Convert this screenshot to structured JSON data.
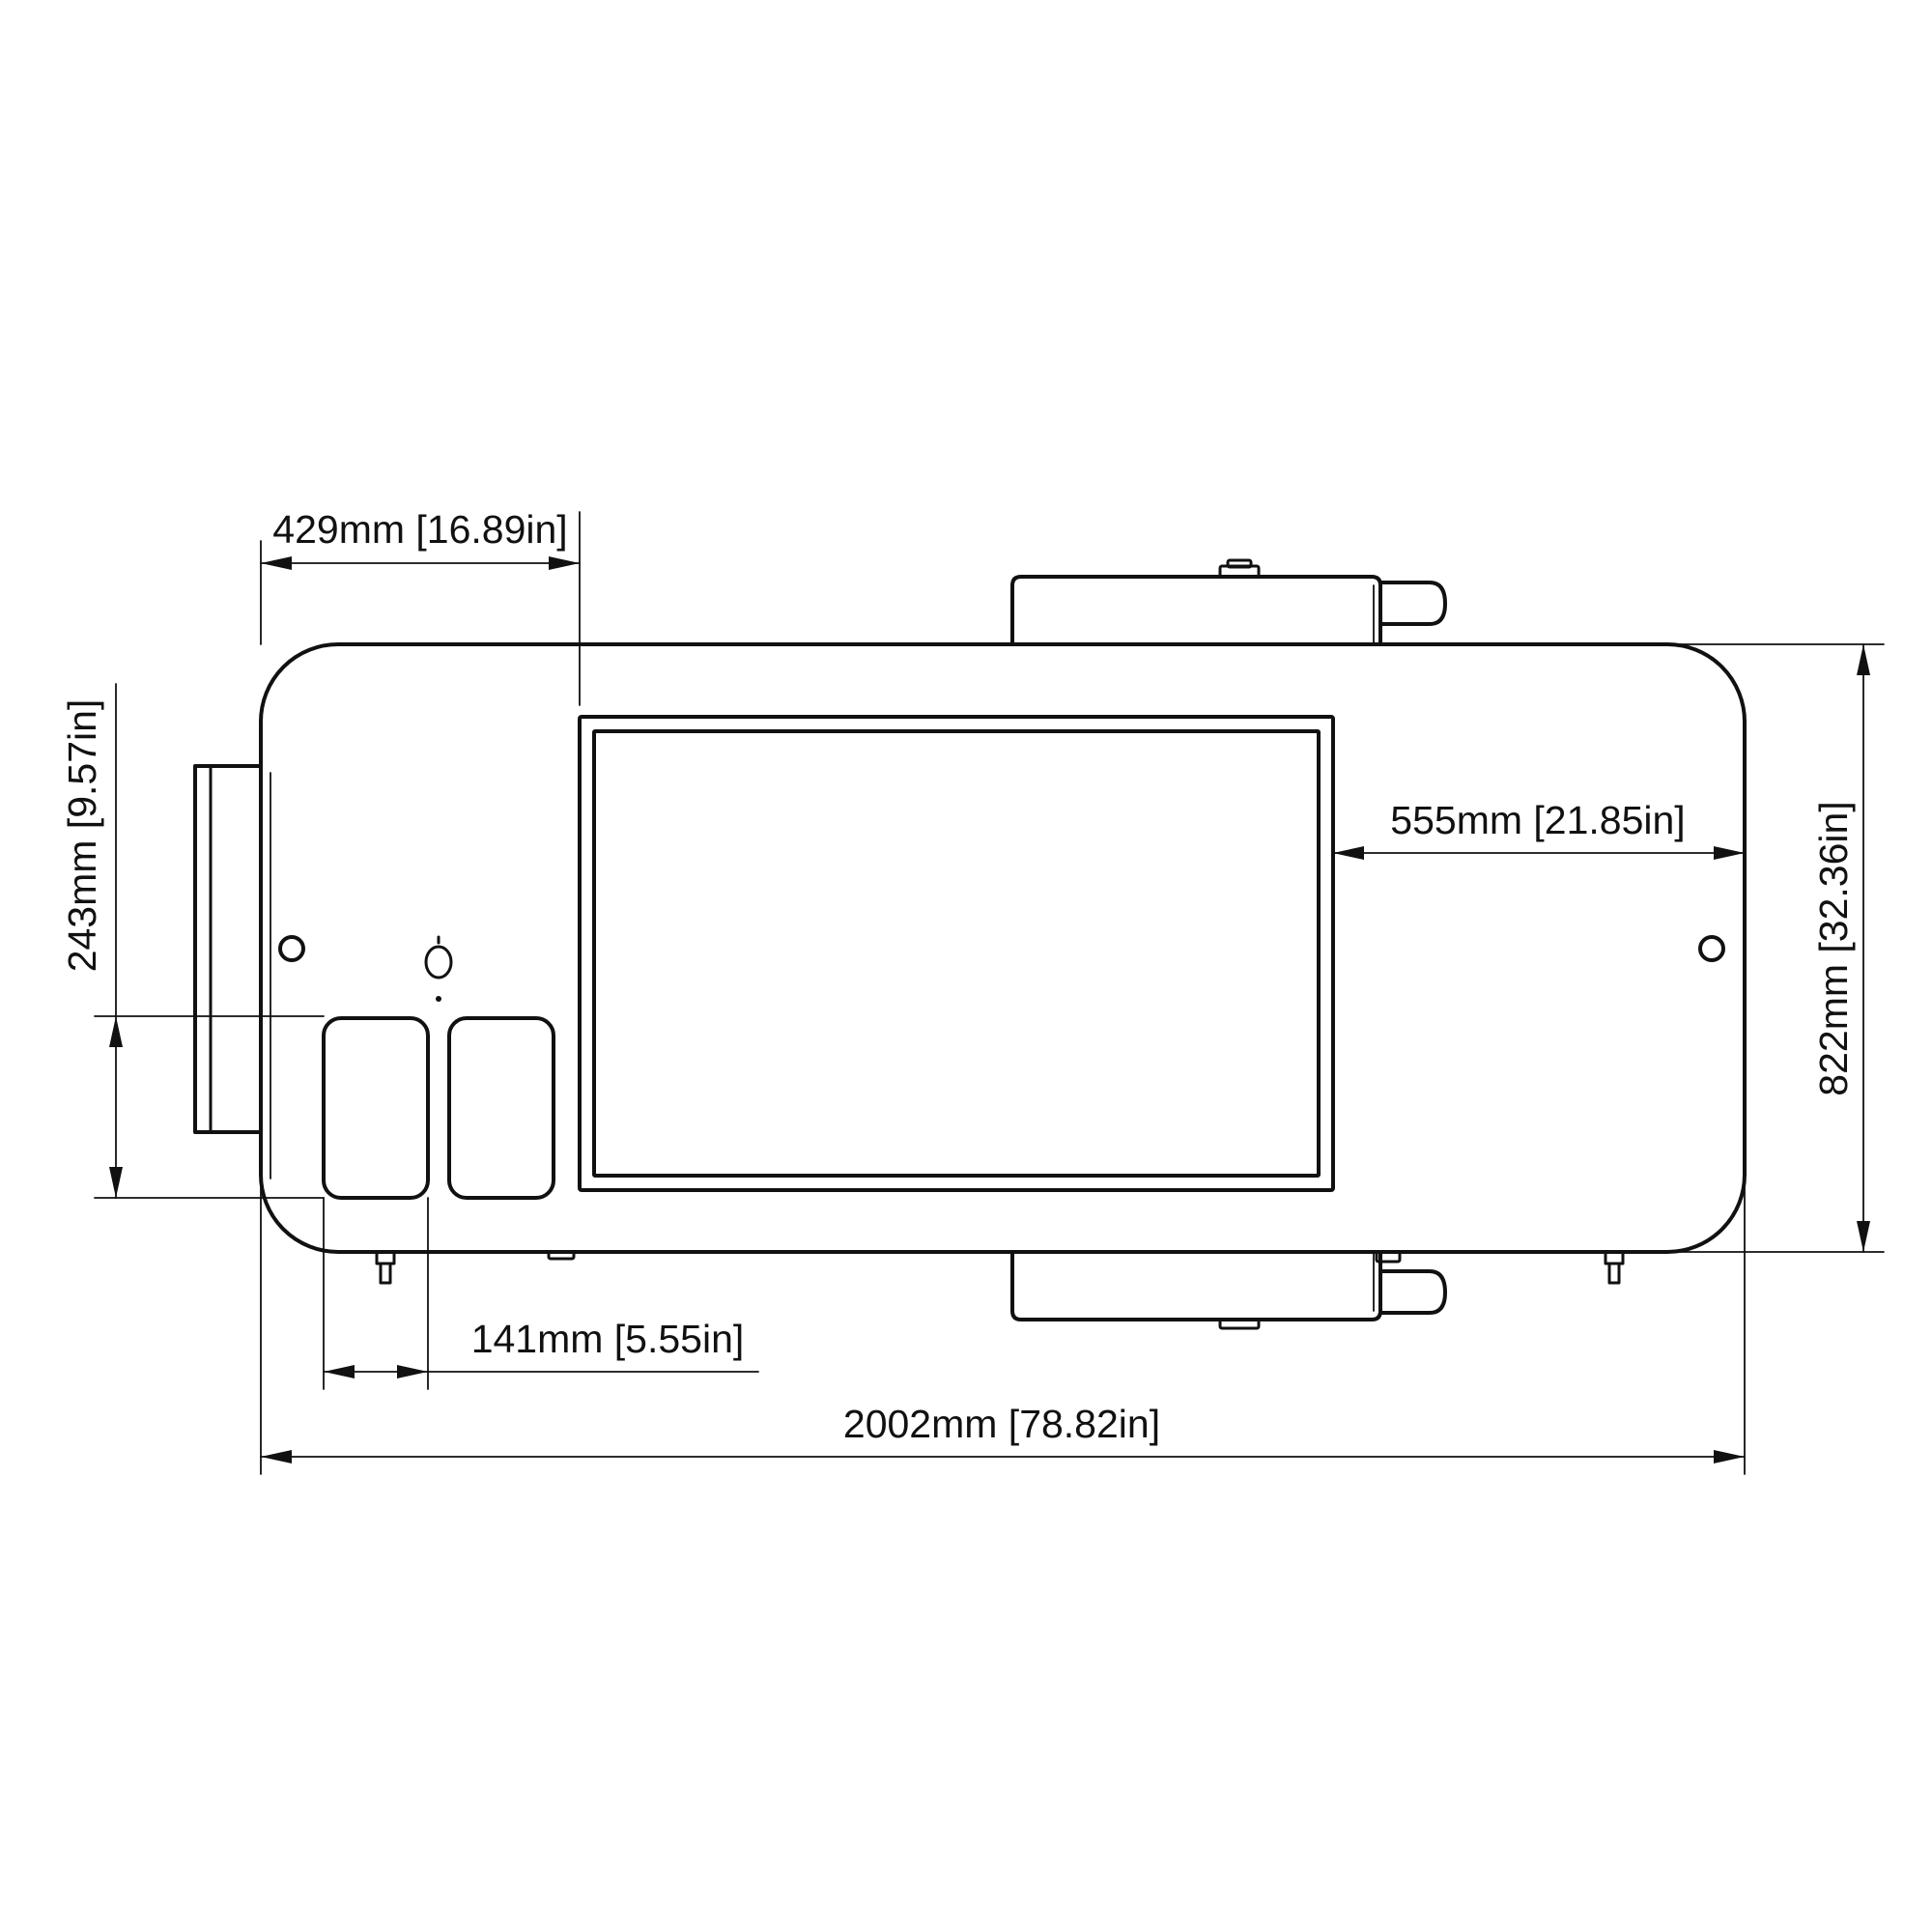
{
  "dimensions": {
    "top_width": "429mm [16.89in]",
    "left_height": "243mm [9.57in]",
    "right_gap": "555mm [21.85in]",
    "overall_height": "822mm [32.36in]",
    "pedal_width": "141mm [5.55in]",
    "overall_width": "2002mm [78.82in]"
  },
  "colors": {
    "line": "#111111",
    "background": "#ffffff"
  }
}
